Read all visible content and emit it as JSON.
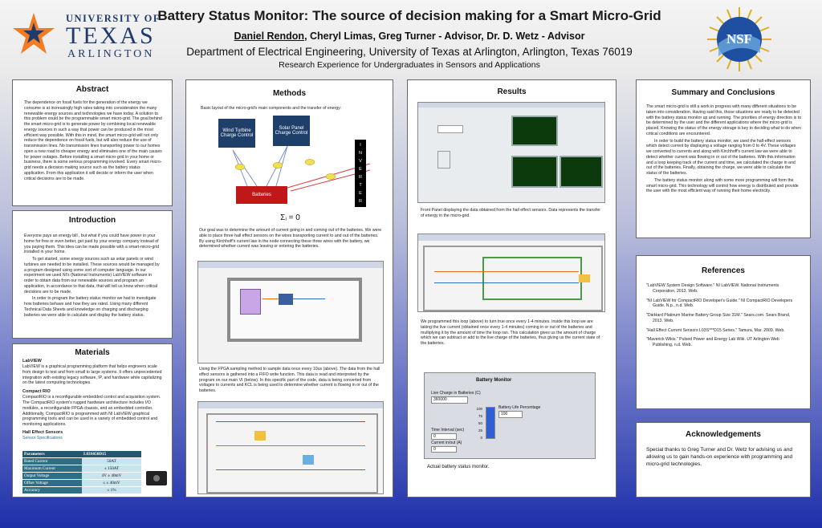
{
  "header": {
    "title": "Battery Status Monitor: The source of decision making for a Smart Micro-Grid",
    "author_first": "Daniel Rendon",
    "author_rest": ", Cheryl Limas, Greg Turner - Advisor, Dr. D. Wetz - Advisor",
    "department": "Department of Electrical Engineering, University of Texas at Arlington, Arlington, Texas 76019",
    "program": "Research Experience for Undergraduates in Sensors and Applications"
  },
  "logo_uta": {
    "line1": "UNIVERSITY OF",
    "line2": "TEXAS",
    "line3": "ARLINGTON",
    "star_color": "#f47b20",
    "text_color": "#1f3a6b"
  },
  "logo_nsf": {
    "text": "NSF",
    "color": "#1e4fa0"
  },
  "abstract": {
    "heading": "Abstract",
    "body": "The dependence on fossil fuels for the generation of the energy we consume is at increasingly high rates taking into consideration the many renewable energy sources and technologies we have today. A solution to this problem could be the programmable smart micro-grid. The goal behind the smart micro-grid is to generate power by combining local renewable energy sources in such a way that power can be produced in the most efficient way possible. With this in mind, the smart micro-grid will not only reduce the dependence on fossil fuels, but will also reduce the use of transmission lines. No transmission lines transporting power to our homes open a new road to cheaper energy and eliminates one of the main causes for power outages. Before installing a smart micro-grid in your home or business, there is some serious programming involved. Every smart micro-grid needs a decision making source such as the battery status application. From this application it will decide or inform the user when critical decisions are to be made."
  },
  "introduction": {
    "heading": "Introduction",
    "p1": "Everyone pays an energy bill , but what if you could have power in your home for free or even better, get paid by your energy company instead of you paying them. This idea can be made possible with a smart-micro-grid installed in your home.",
    "p2": "To get started, some energy sources such as solar panels or wind turbines are needed to be installed. These sources would be managed by a program designed using some sort of computer language. In our experiment we used NI's (National Instruments) LabVIEW software in order to obtain data from our renewable sources and program an application, in accordance to that data, that will tell us know when critical decisions are to be made.",
    "p3": "In order to program the battery status monitor we had to investigate how batteries behave and how they are rated. Using many different Technical Data Sheets and knowledge on charging and discharging batteries we were able to calculate and display the battery status."
  },
  "materials": {
    "heading": "Materials",
    "labview_title": "LabVIEW",
    "labview_body": "LabVIEW is a graphical programming platform that helps engineers scale from design to test and from small to large systems. It offers unprecedented integration with existing legacy software, IP, and hardware while capitalizing on the latest computing technologies.",
    "crio_title": "Compact RIO",
    "crio_body": "CompactRIO is a reconfigurable embedded control and acquisition system. The CompactRIO system's rugged hardware architecture includes I/O modules, a reconfigurable FPGA chassis, and an embedded controller. Additionally, CompactRIO is programmed with NI LabVIEW graphical programming tools and can be used in a variety of embedded control and monitoring applications.",
    "hall_title": "Hall Effect Sensors",
    "spec_caption": "Sensor Specifications",
    "spec_header": [
      "Parameters",
      "L03S050D15"
    ],
    "spec_rows": [
      [
        "Rated Current",
        "50AT"
      ],
      [
        "Maximum Current",
        "± 150AT"
      ],
      [
        "Output Voltage",
        "4V ± 40mV"
      ],
      [
        "Offset Voltage",
        "≤ ± 40mV"
      ],
      [
        "Accuracy",
        "≤ 1%"
      ]
    ]
  },
  "methods": {
    "heading": "Methods",
    "diagram_caption": "Basic layout of the micro-grid's main components and the transfer of energy:",
    "wind_label": "Wind Turbine Charge Control",
    "solar_label": "Solar Panel Charge Control",
    "battery_label": "Batteries",
    "inverter_letters": [
      "I",
      "N",
      "V",
      "E",
      "R",
      "T",
      "E",
      "R"
    ],
    "kcl": "Σᵢ = 0",
    "p1": "Our goal was to determine the amount of current going in and coming out of the batteries. We were able to place three hall effect sensors on the wires transporting current to and out of the batteries. By using Kirchhoff's current law in the node connecting these three wires with the battery, we determined whether current was leaving or entering the batteries.",
    "p2": "Using the FPGA sampling method to sample data once every 10us (above). The data from the hall effect sensors is gathered into a FIFO write function. This data is read and interpreted by the program on our main VI (below). In this specific part of the code, data is being converted from voltages to currents and KCL is being used to determine whether current is flowing in or out of the batteries."
  },
  "results": {
    "heading": "Results",
    "caption1": "Front Panel displaying the data obtained from the hall effect sensors. Data represents the transfer of energy in the micro-grid.",
    "caption2": "We programmed this loop (above) to turn true once every 1-4 minutes. Inside this loop we are taking the live current (obtained once every 1-4 minutes) coming in or out of the batteries and multiplying it by the amount of time the loop ran. This calculation gives us the amount of charge which we can subtract or add to the live charge of the batteries, thus giving us the current state of the batteries.",
    "monitor": {
      "title": "Battery Monitor",
      "live_charge_label": "Live Charge in Batteries (C)",
      "live_charge_value": "360000",
      "percentage_label": "Battery Life Percentage",
      "percentage_value": "100",
      "percentage_level": 1.0,
      "ticks": [
        "100",
        "75",
        "50",
        "25",
        "0"
      ],
      "time_interval_label": "Time Interval (sec)",
      "time_interval_value": "0",
      "current_label": "Current in/out (A)",
      "current_value": "0"
    },
    "caption3": "Actual battery status monitor."
  },
  "summary": {
    "heading": "Summary and Conclusions",
    "p1": "The smart micro-grid is still a work in progress with many different situations to be taken into consideration. Having said this, those situations are ready to be detected with the battery status monitor up and running. The priorities of energy direction is to be determined by the user and the different applications where the micro-grid is placed. Knowing the status of the energy storage is key to deciding what to do when critical conditions are encountered.",
    "p2": "In order to build the battery status monitor, we used the hall-effect sensors which detect current by displaying a voltage ranging from 0 to 4V. These voltages we converted to currents and along with Kirchhoff's current law we were able to detect whether current was flowing in or out of the batteries. With this information and a loop keeping track of the current and time, we calculated the charge in and out of the batteries. Finally, obtaining the charge, we were able to calculate the status of the batteries.",
    "p3": "The battery status monitor along with some more programming will form the smart micro-grid. This technology will control how energy is distributed and provide the user with the most efficient way of running their home electricity."
  },
  "references": {
    "heading": "References",
    "items": [
      "\"LabVIEW System Design Software.\" NI LabVIEW. National Instruments Corporation, 2013. Web.",
      "\"NI LabVIEW for CompactRIO Developer's Guide.\" NI CompactRIO Developers Guide. N.p., n.d. Web.",
      "\"DieHard Platinum Marine Battery Group Size 31M.\" Sears.com. Sears Brand, 2013. Web.",
      "\"Hall Effect Current Sensors L03S***D15 Series.\" Tamura, Mar. 2009. Web.",
      "\"Maverick Wikis.\" Pulsed Power and Energy Lab Wiki. UT Arlington Web Publishing, n.d. Web."
    ]
  },
  "acknowledgements": {
    "heading": "Acknowledgements",
    "body": "Special thanks to Greg Turner and Dr. Wetz for advising us and allowing us to gain hands-on experience with programming and micro-grid technologies."
  }
}
